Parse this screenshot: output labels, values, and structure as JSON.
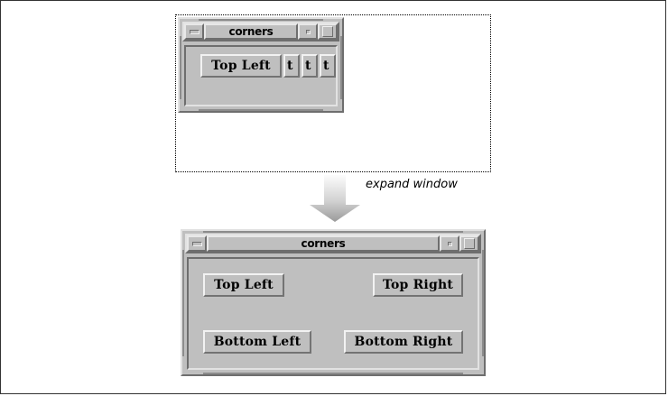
{
  "figure": {
    "caption_note": "expand window",
    "border_color": "#333333",
    "background": "#ffffff"
  },
  "palette": {
    "window_face": "#bfbfbf",
    "bevel_light": "#e8e8e8",
    "bevel_dark": "#6e6e6e",
    "text": "#000000",
    "guide_outline": "#000000"
  },
  "annotation": {
    "label": "expand window",
    "arrow_icon": "down-arrow-icon"
  },
  "guide": {
    "name": "expanded-size-guide",
    "style": "dotted"
  },
  "small_window": {
    "title": "corners",
    "titlebar": {
      "minimize_icon": "minimize-icon",
      "menu_icon": "window-menu-icon",
      "maximize_icon": "maximize-icon"
    },
    "buttons": [
      {
        "label": "Top Left",
        "clipped": false
      },
      {
        "label": "t",
        "clipped": true
      },
      {
        "label": "t",
        "clipped": true
      },
      {
        "label": "t",
        "clipped": true
      }
    ]
  },
  "large_window": {
    "title": "corners",
    "titlebar": {
      "minimize_icon": "minimize-icon",
      "menu_icon": "window-menu-icon",
      "maximize_icon": "maximize-icon"
    },
    "buttons": [
      {
        "label": "Top Left",
        "corner": "top-left"
      },
      {
        "label": "Top Right",
        "corner": "top-right"
      },
      {
        "label": "Bottom Left",
        "corner": "bottom-left"
      },
      {
        "label": "Bottom Right",
        "corner": "bottom-right"
      }
    ]
  }
}
